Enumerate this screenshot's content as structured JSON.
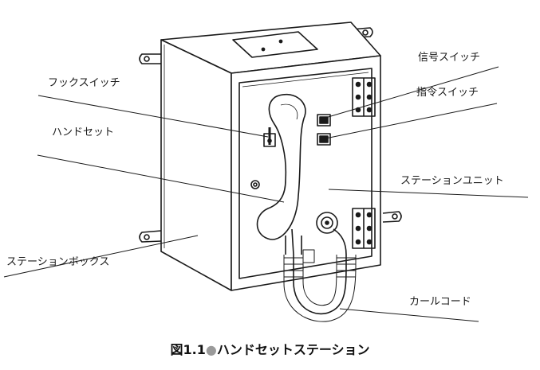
{
  "labels": {
    "hook_switch": "フックスイッチ",
    "handset": "ハンドセット",
    "signal_switch": "信号スイッチ",
    "command_switch": "指令スイッチ",
    "station_unit": "ステーションユニット",
    "station_box": "ステーションボックス",
    "curl_cord": "カールコード"
  },
  "caption": {
    "figure_number": "図1.1",
    "bullet": "●",
    "title": "ハンドセットステーション"
  }
}
